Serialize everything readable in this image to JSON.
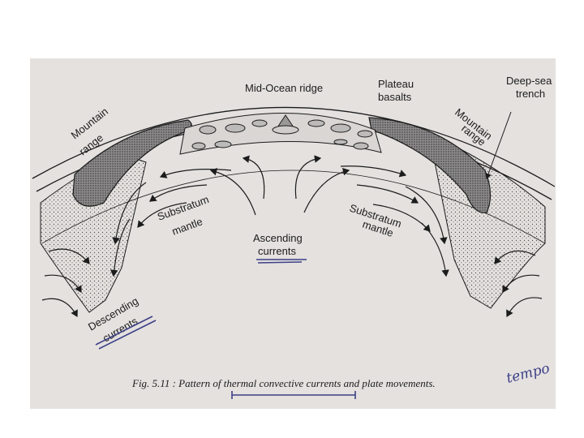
{
  "figure": {
    "labels": {
      "mid_ocean_ridge": "Mid-Ocean ridge",
      "plateau_basalts_1": "Plateau",
      "plateau_basalts_2": "basalts",
      "deep_sea_trench_1": "Deep-sea",
      "deep_sea_trench_2": "trench",
      "mountain_range_left_1": "Mountain",
      "mountain_range_left_2": "range",
      "mountain_range_right_1": "Mountain",
      "mountain_range_right_2": "range",
      "substratum_left_1": "Substratum",
      "substratum_left_2": "mantle",
      "substratum_right_1": "Substratum",
      "substratum_right_2": "mantle",
      "ascending_1": "Ascending",
      "ascending_2": "currents",
      "descending_1": "Descending",
      "descending_2": "currents"
    },
    "caption": "Fig. 5.11 : Pattern of thermal convective currents and plate movements.",
    "handwritten_note": "tempo",
    "colors": {
      "paper": "#e4e1df",
      "ink": "#1c1c1c",
      "pen": "#3c3f86"
    }
  }
}
